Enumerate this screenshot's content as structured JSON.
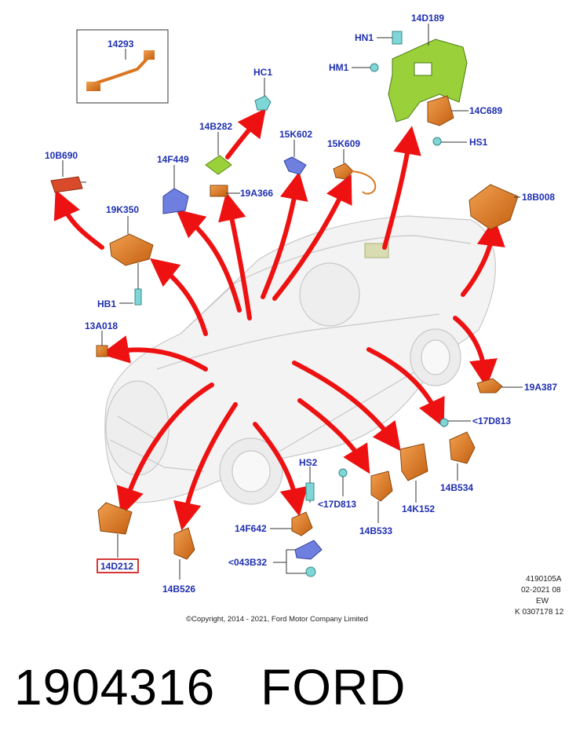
{
  "labels": {
    "l14293": "14293",
    "l10B690": "10B690",
    "l19K350": "19K350",
    "lHB1": "HB1",
    "l13A018": "13A018",
    "l14F449": "14F449",
    "l14B282": "14B282",
    "l19A366": "19A366",
    "lHC1": "HC1",
    "l15K602": "15K602",
    "l15K609": "15K609",
    "lHN1": "HN1",
    "lHM1": "HM1",
    "l14D189": "14D189",
    "l14C689": "14C689",
    "lHS1": "HS1",
    "l18B008": "18B008",
    "l19A387": "19A387",
    "l17D813a": "<17D813",
    "l14B534": "14B534",
    "l14K152": "14K152",
    "l17D813b": "<17D813",
    "l14B533": "14B533",
    "lHS2": "HS2",
    "l14F642": "14F642",
    "l043B32": "<043B32",
    "l14D212": "14D212",
    "l14B526": "14B526"
  },
  "meta": {
    "line1": "4190105A",
    "line2": "02-2021 08",
    "line3": "EW",
    "line4": "K 0307178 12"
  },
  "copyright": "©Copyright, 2014 - 2021, Ford Motor Company Limited",
  "part_number": "1904316",
  "brand": "FORD",
  "colors": {
    "label": "#1f2fb0",
    "arrow": "#ee1111",
    "part": "#d9761e",
    "bracket": "#9ad13a",
    "sensor": "#6f7fe0",
    "connector": "#7fd6d6",
    "highlight": "#d22222"
  }
}
